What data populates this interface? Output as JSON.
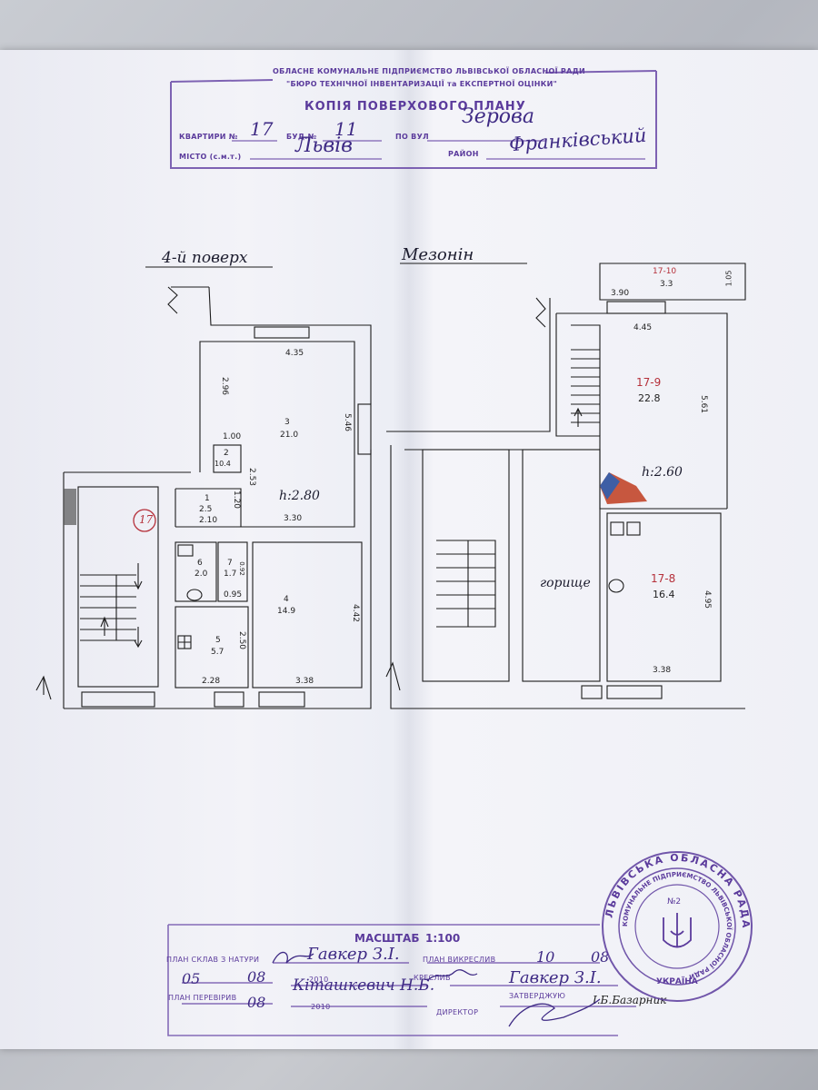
{
  "header_stamp": {
    "line1": "ОБЛАСНЕ КОМУНАЛЬНЕ ПІДПРИЄМСТВО ЛЬВІВСЬКОЇ ОБЛАСНОЇ РАДИ",
    "line2": "\"БЮРО ТЕХНІЧНОЇ ІНВЕНТАРИЗАЦІЇ та ЕКСПЕРТНОЇ ОЦІНКИ\"",
    "title": "КОПІЯ ПОВЕРХОВОГО ПЛАНУ",
    "apt_label": "КВАРТИРИ №",
    "apt_value": "17",
    "bld_label": "БУД.№",
    "bld_value": "11",
    "street_label": "ПО ВУЛ",
    "street_value": "Зерова",
    "city_label": "МІСТО (с.м.т.)",
    "city_value": "Львів",
    "district_label": "РАЙОН",
    "district_value": "Франківський"
  },
  "left_plan": {
    "floor_label": "4-й поверх",
    "apartment_mark": "17",
    "ceiling_height": "h:2.80",
    "rooms": [
      {
        "num": "3",
        "area": "21.0"
      },
      {
        "num": "2",
        "area": "10.4"
      },
      {
        "num": "1",
        "area": "2.5"
      },
      {
        "num": "6",
        "area": "2.0"
      },
      {
        "num": "7",
        "area": "1.7"
      },
      {
        "num": "4",
        "area": "14.9"
      },
      {
        "num": "5",
        "area": "5.7"
      }
    ],
    "dims": {
      "d435": "4.35",
      "d296": "2.96",
      "d546": "5.46",
      "d100": "1.00",
      "d253": "2.53",
      "d120": "1.20",
      "d210": "2.10",
      "d330": "3.30",
      "d095": "0.95",
      "d442": "4.42",
      "d250": "2.50",
      "d228": "2.28",
      "d338": "3.38",
      "d092": "0.92"
    }
  },
  "right_plan": {
    "floor_label": "Мезонін",
    "ceiling_height": "h:2.60",
    "attic_label": "горище",
    "rooms": [
      {
        "num": "17-10",
        "area": "3.3"
      },
      {
        "num": "17-9",
        "area": "22.8"
      },
      {
        "num": "17-8",
        "area": "16.4"
      }
    ],
    "dims": {
      "d390": "3.90",
      "d105": "1.05",
      "d445": "4.45",
      "d561": "5.61",
      "d495": "4.95",
      "d338": "3.38"
    }
  },
  "footer_stamp": {
    "scale_label": "МАСШТАБ",
    "scale_value": "1:100",
    "made_label": "ПЛАН СКЛАВ З НАТУРИ",
    "made_name": "Гавкер З.І.",
    "made_day": "05",
    "made_month": "08",
    "made_year": "2010",
    "redraw_label": "ПЛАН ВИКРЕСЛИВ",
    "redraw_day": "10",
    "redraw_month": "08",
    "draw_label": "КРЕСЛИВ",
    "drawer_name": "Гавкер З.І.",
    "check_label": "ПЛАН ПЕРЕВІРИВ",
    "checker_name": "Кіташкевич Н.Б.",
    "check_month": "08",
    "check_year": "2010",
    "approve_label": "ЗАТВЕРДЖУЮ",
    "director_label": "ДИРЕКТОР",
    "director_name": "І.Б.Базарник"
  },
  "round_seal": {
    "outer_text": "ЛЬВІВСЬКА ОБЛАСНА РАДА",
    "inner_text": "КОМУНАЛЬНЕ ПІДПРИЄМСТВО ЛЬВІВСЬКОЇ ОБЛАСНОЇ РАДИ",
    "number": "№2",
    "bottom_text": "УКРАЇНА"
  },
  "colors": {
    "stamp": "#5b3b9c",
    "ink": "#222222",
    "red_ink": "#b5303a",
    "marker_blue": "#2f5fb0",
    "marker_red": "#c2462a"
  }
}
